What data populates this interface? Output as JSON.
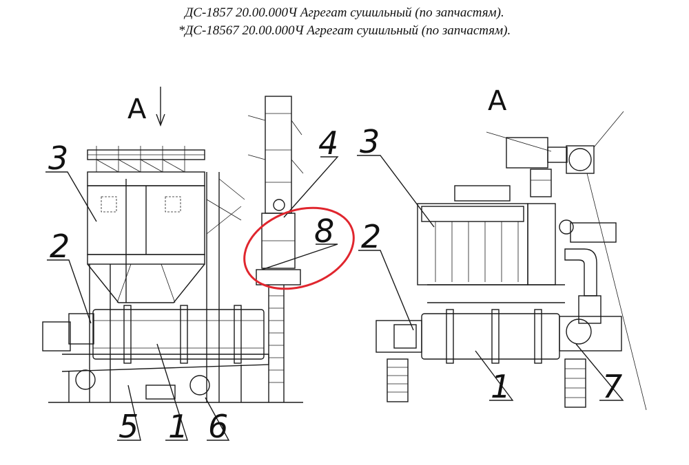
{
  "header": {
    "line1": "ДС-1857 20.00.000Ч Агрегат сушильный (по запчастям).",
    "line2": "*ДС-18567 20.00.000Ч Агрегат сушильный (по запчастям)."
  },
  "left_view": {
    "view_label": "А",
    "callouts": [
      "3",
      "2",
      "4",
      "8",
      "5",
      "1",
      "6"
    ]
  },
  "right_view": {
    "view_label": "А",
    "callouts": [
      "3",
      "2",
      "1",
      "7"
    ]
  },
  "highlight_color": "#e0262e"
}
